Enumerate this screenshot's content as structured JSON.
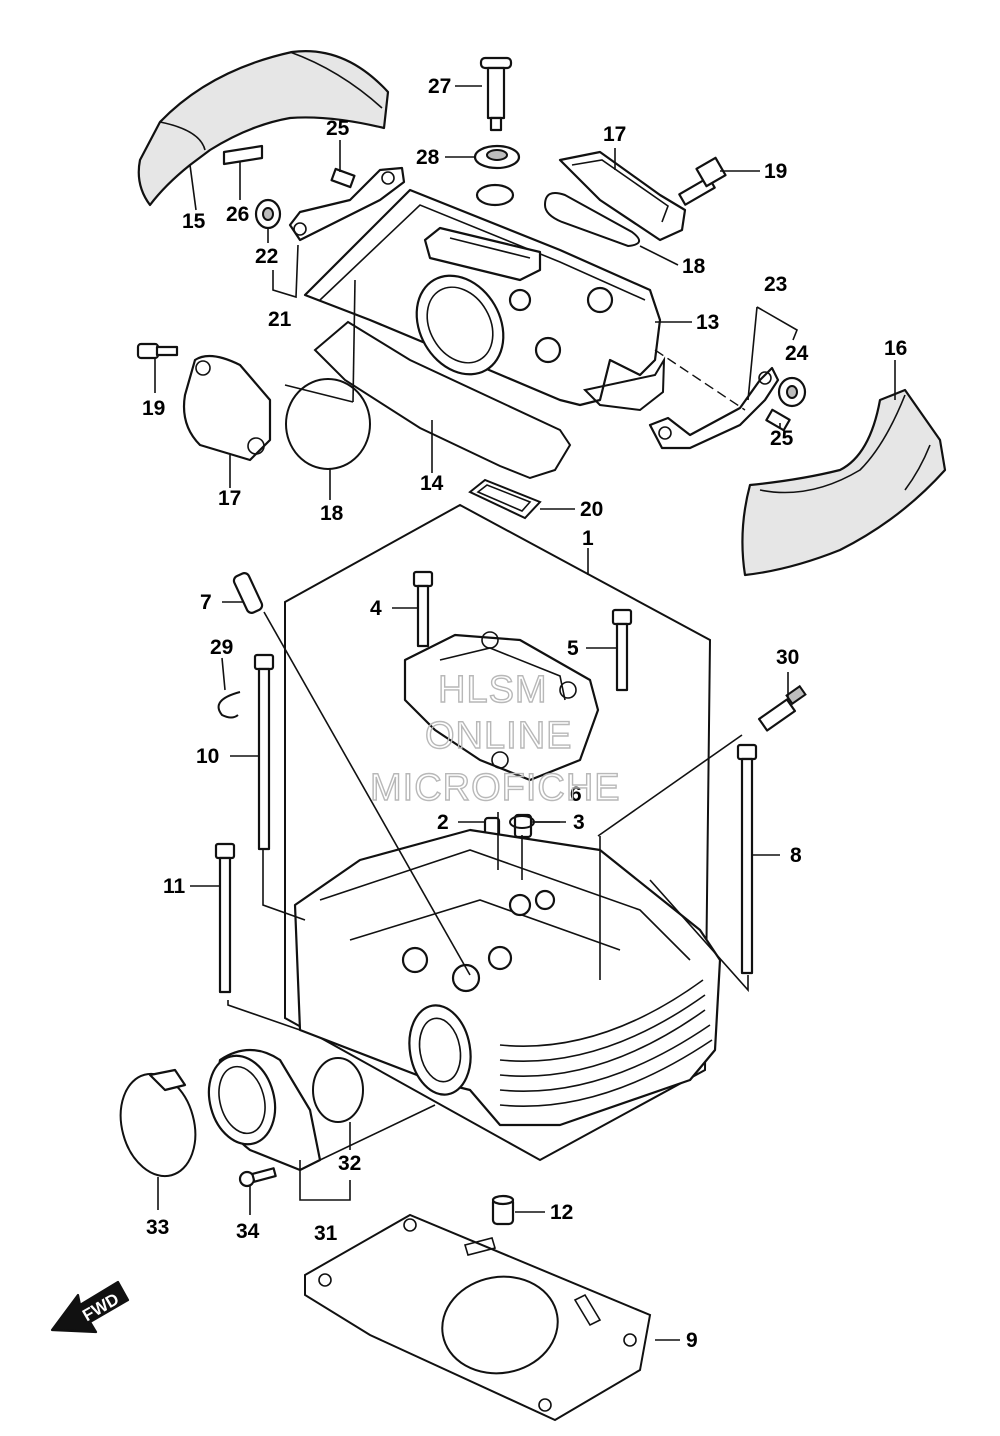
{
  "diagram": {
    "callouts": {
      "c1": "1",
      "c2": "2",
      "c3": "3",
      "c4": "4",
      "c5": "5",
      "c6": "6",
      "c7": "7",
      "c8": "8",
      "c9": "9",
      "c10": "10",
      "c11": "11",
      "c12": "12",
      "c13": "13",
      "c14": "14",
      "c15": "15",
      "c16": "16",
      "c17a": "17",
      "c17b": "17",
      "c18a": "18",
      "c18b": "18",
      "c19a": "19",
      "c19b": "19",
      "c20": "20",
      "c21": "21",
      "c22": "22",
      "c23": "23",
      "c24": "24",
      "c25a": "25",
      "c25b": "25",
      "c26": "26",
      "c27": "27",
      "c28": "28",
      "c29": "29",
      "c30": "30",
      "c31": "31",
      "c32": "32",
      "c33": "33",
      "c34": "34"
    },
    "watermark": {
      "line1": "HLSM",
      "line2": "ONLINE",
      "line3": "MICROFICHE"
    },
    "direction_badge": "FWD"
  }
}
